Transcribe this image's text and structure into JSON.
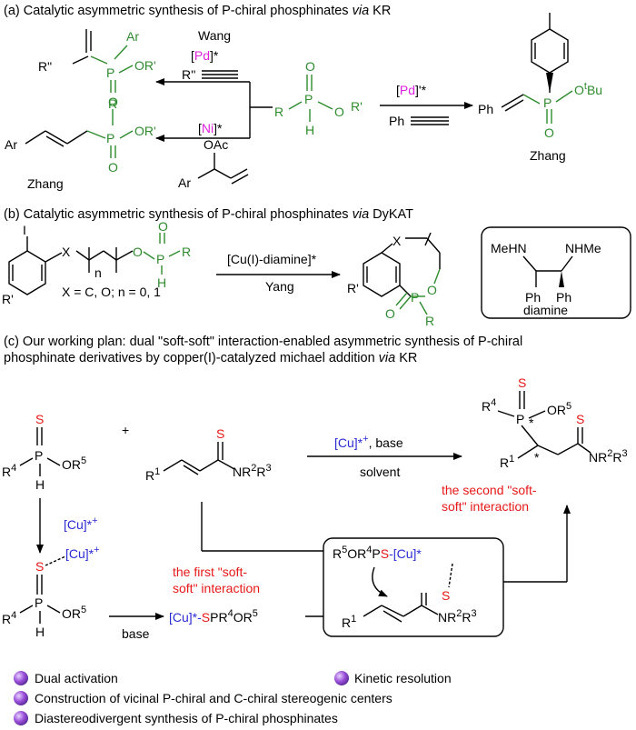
{
  "panel_a": {
    "heading_prefix": "(a) Catalytic asymmetric synthesis of P-chiral phosphinates ",
    "heading_via": "via",
    "heading_suffix": " KR",
    "wang_label": "Wang",
    "pd_catalyst": "[Pd]",
    "star": "*",
    "pd_prime_catalyst": "[Pd]",
    "star_prime": "'*",
    "ni_catalyst": "[Ni]",
    "alkyne_reagent": "R''",
    "phenylacetylene": "Ph",
    "allyl_acetate_oac": "OAc",
    "allyl_acetate_ar": "Ar",
    "substrate_r": "R",
    "substrate_p": "P",
    "substrate_h": "H",
    "substrate_or": "O",
    "substrate_r_prime": "R'",
    "product1_r2": "R\"",
    "product1_ar": "Ar",
    "product1_p": "P",
    "product1_or": "OR'",
    "product1_o": "O",
    "product2_ar": "Ar",
    "product2_r": "R",
    "product2_p": "P",
    "product2_or": "OR'",
    "product2_o": "O",
    "zhang_left": "Zhang",
    "product3_ph": "Ph",
    "product3_p": "P",
    "product3_otbu": "O",
    "product3_t": "t",
    "product3_bu": "Bu",
    "product3_o": "O",
    "zhang_right": "Zhang"
  },
  "panel_b": {
    "heading_prefix": "(b) Catalytic asymmetric synthesis of P-chiral phosphinates ",
    "heading_via": "via",
    "heading_suffix": " DyKAT",
    "sub_i": "I",
    "sub_rprime": "R'",
    "sub_x": "X",
    "sub_n": "n",
    "sub_o": "O",
    "sub_p": "P",
    "sub_o2": "O",
    "sub_h": "H",
    "sub_r": "R",
    "condition": "X = C, O; n = 0, 1",
    "catalyst": "[Cu(I)-diamine]*",
    "yang": "Yang",
    "prod_rprime": "R'",
    "prod_x": "X",
    "prod_p": "P",
    "prod_o": "O",
    "prod_o2": "O",
    "prod_r": "R",
    "diamine_meh": "MeHN",
    "diamine_nhme": "NHMe",
    "diamine_ph1": "Ph",
    "diamine_ph2": "Ph",
    "diamine_label": "diamine"
  },
  "panel_c": {
    "heading_line1": "(c) Our working plan: dual \"soft-soft\" interaction-enabled asymmetric synthesis of P-chiral",
    "heading_line2_prefix": "phosphinate derivatives by copper(I)-catalyzed michael addition ",
    "heading_line2_via": "via",
    "heading_line2_suffix": " KR",
    "s_top": "S",
    "r4": "R",
    "sup4": "4",
    "p": "P",
    "or5": "OR",
    "sup5": "5",
    "h": "H",
    "plus": "+",
    "thio_s": "S",
    "r1": "R",
    "sup1": "1",
    "nr2r3": "NR",
    "sup2": "2",
    "r3": "R",
    "sup3": "3",
    "cu_base": "[Cu]*",
    "cu_plus": "+",
    "base_suffix": ", base",
    "solvent": "solvent",
    "prod_s1": "S",
    "prod_r4": "R",
    "prod_p": "P",
    "prod_star": "*",
    "prod_or5": "OR",
    "prod_s2": "S",
    "prod_r1": "R",
    "prod_star2": "*",
    "prod_nr": "NR",
    "second_soft_1": "the second \"soft-",
    "second_soft_2": "soft\" interaction",
    "cu_arrow": "[Cu]*",
    "cu_arrow_plus": "+",
    "complex_s": "S",
    "complex_cu": "[Cu]*",
    "first_soft_1": "the first \"soft-",
    "first_soft_2": "soft\" interaction",
    "base_label": "base",
    "anion_cu": "[Cu]*-",
    "anion_s": "S",
    "anion_rest": "PR",
    "box_r5or4ps": "R",
    "box_s": "S",
    "box_cu": "-[Cu]*",
    "box_thio_s": "S",
    "box_r1": "R",
    "box_nr": "NR"
  },
  "legend": {
    "item1": "Dual activation",
    "item2": "Kinetic resolution",
    "item3": "Construction of vicinal P-chiral and C-chiral stereogenic centers",
    "item4": "Diastereodivergent synthesis of P-chiral phosphinates"
  },
  "colors": {
    "green": "#2e8b2e",
    "magenta": "#e020e0",
    "blue": "#2b2bd6",
    "red": "#e81818",
    "bullet": "#9a4fd8"
  }
}
